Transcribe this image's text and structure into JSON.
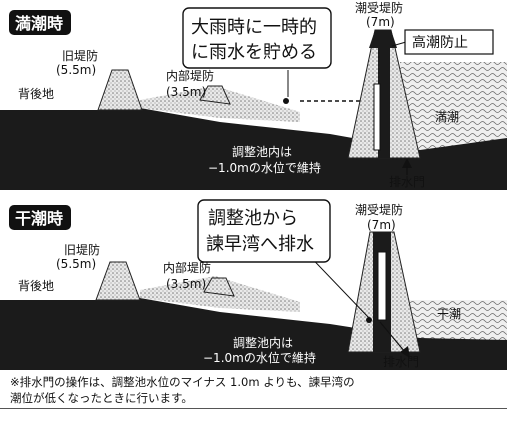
{
  "panels": [
    {
      "badge": "満潮時",
      "callout_line1": "大雨時に一時的",
      "callout_line2": "に雨水を貯める",
      "old_dike_name": "旧堤防",
      "old_dike_height": "(5.5m)",
      "inner_dike_name": "内部堤防",
      "inner_dike_height": "(3.5m)",
      "hinterland": "背後地",
      "seawall_name": "潮受堤防",
      "seawall_height": "(7m)",
      "purpose_label": "高潮防止",
      "tide_label": "満潮",
      "pond_line1": "調整池内は",
      "pond_line2": "−1.0mの水位で維持",
      "gate_label": "排水門"
    },
    {
      "badge": "干潮時",
      "callout_line1": "調整池から",
      "callout_line2": "諫早湾へ排水",
      "old_dike_name": "旧堤防",
      "old_dike_height": "(5.5m)",
      "inner_dike_name": "内部堤防",
      "inner_dike_height": "(3.5m)",
      "hinterland": "背後地",
      "seawall_name": "潮受堤防",
      "seawall_height": "(7m)",
      "tide_label": "干潮",
      "pond_line1": "調整池内は",
      "pond_line2": "−1.0mの水位で維持",
      "gate_label": "排水門"
    }
  ],
  "note_line1": "※排水門の操作は、調整池水位のマイナス 1.0m よりも、諫早湾の",
  "note_line2": "潮位が低くなったときに行います。",
  "colors": {
    "ground": "#1a1a1a",
    "sea": "#cfcfcf",
    "stipple": "#8a8a8a",
    "badge": "#111111"
  }
}
